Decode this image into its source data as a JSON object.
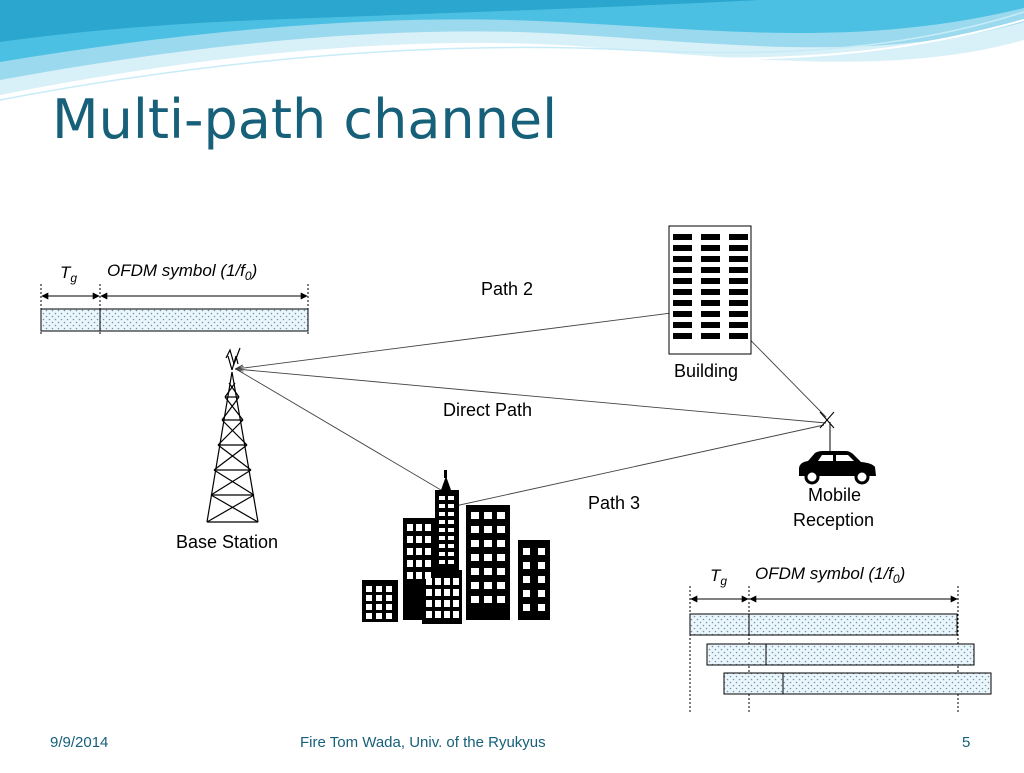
{
  "slide": {
    "title": "Multi-path channel",
    "footer": {
      "date": "9/9/2014",
      "center": "Fire Tom Wada, Univ. of the Ryukyus",
      "page": "5"
    }
  },
  "diagram": {
    "labels": {
      "path2": "Path 2",
      "direct_path": "Direct Path",
      "path3": "Path 3",
      "building": "Building",
      "mobile_line1": "Mobile",
      "mobile_line2": "Reception",
      "base_station": "Base Station"
    },
    "symbol_top": {
      "tg_main": "T",
      "tg_sub": "g",
      "ofdm_main": "OFDM symbol (1/f",
      "ofdm_sub": "0",
      "ofdm_close": ")"
    },
    "symbol_bottom": {
      "tg_main": "T",
      "tg_sub": "g",
      "ofdm_main": "OFDM symbol (1/f",
      "ofdm_sub": "0",
      "ofdm_close": ")"
    }
  },
  "colors": {
    "title": "#17607a",
    "wave_light": "#bfe6f3",
    "wave_mid": "#7fd0ea",
    "wave_dark": "#35b6dc"
  }
}
